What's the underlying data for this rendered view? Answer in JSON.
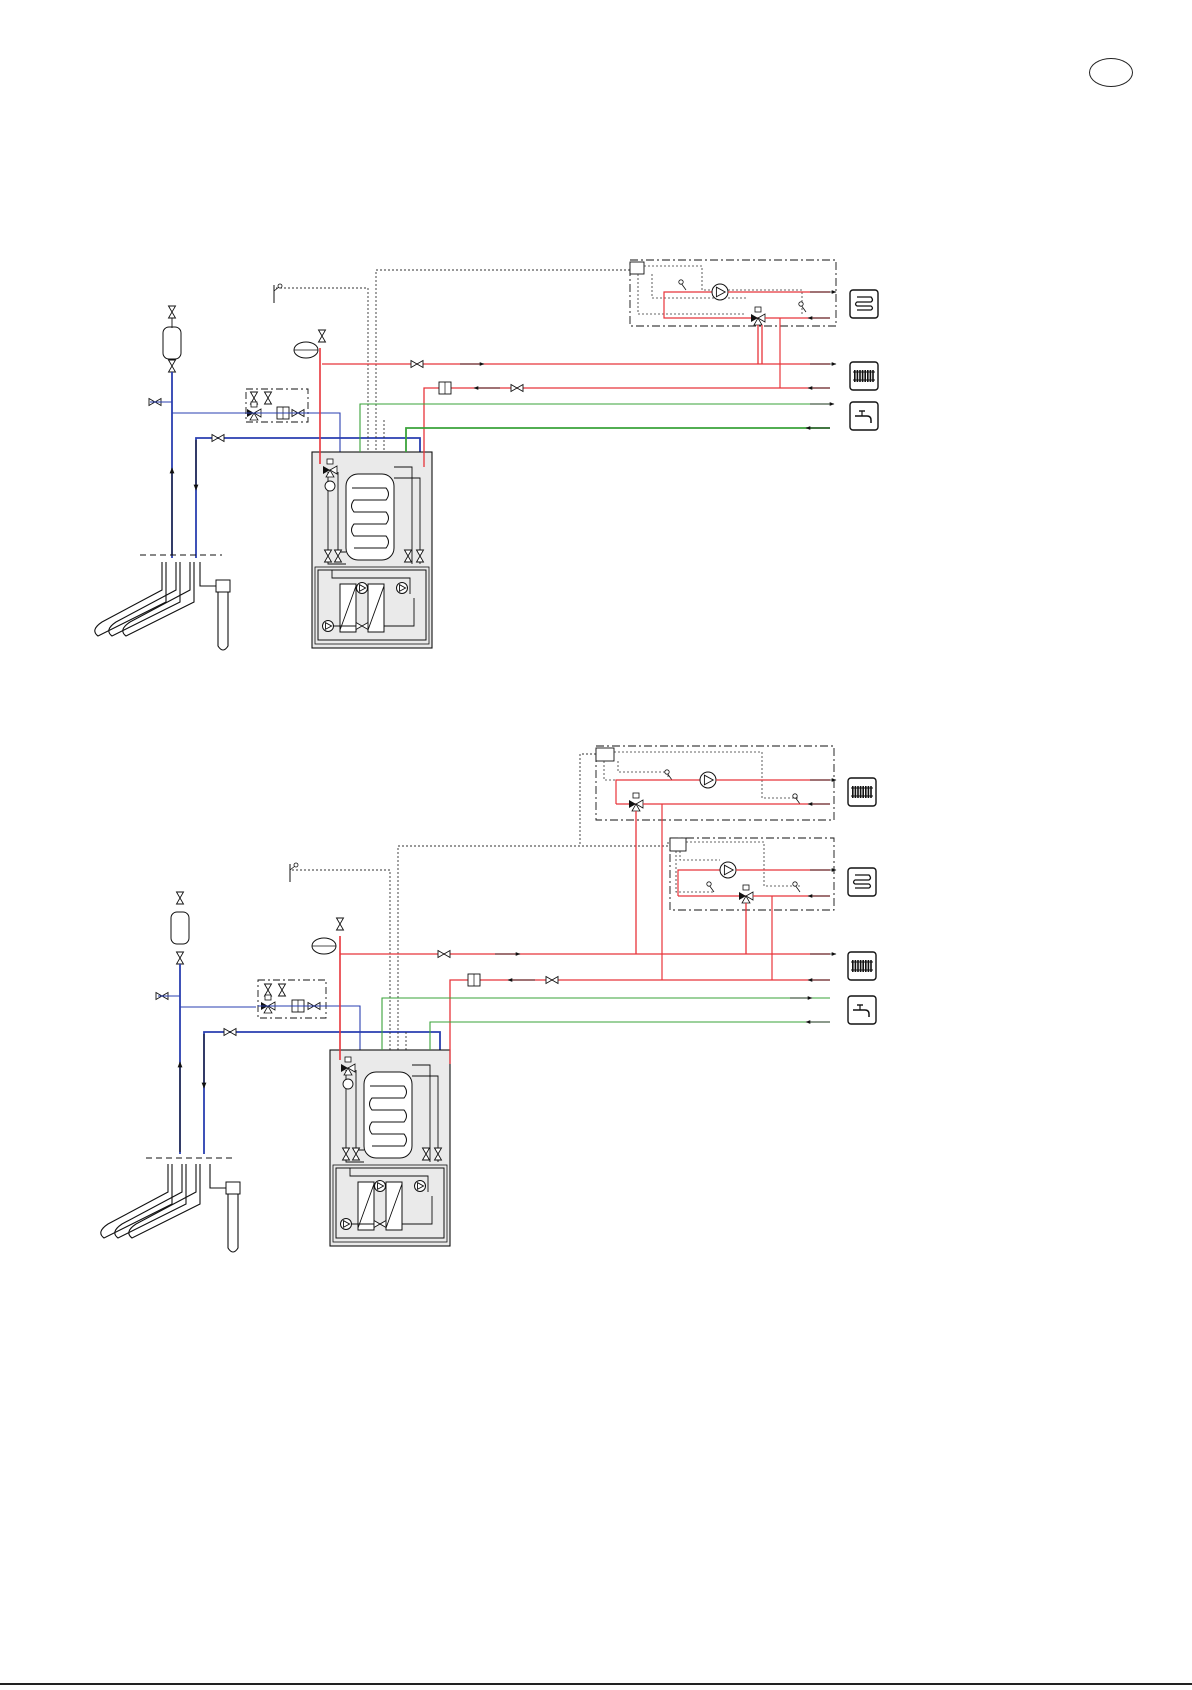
{
  "page": {
    "language_badge": ""
  },
  "colors": {
    "brine": "#2a3fb0",
    "heating": "#e8343a",
    "hot_water": "#3aa33a",
    "control": "#333333",
    "unit_fill": "#eaeaea"
  },
  "icons": [
    "floor-heating-icon",
    "radiator-icon",
    "tap-icon",
    "circulation-pump-icon",
    "shutoff-valve-icon",
    "mixing-valve-icon",
    "expansion-vessel-icon",
    "temperature-sensor-icon",
    "filter-icon",
    "ground-loop-icon",
    "borehole-icon"
  ],
  "diagrams": [
    {
      "name": "single-mixed-circuit",
      "mixed_circuits": [
        "floor-heating"
      ],
      "outlets": [
        "floor-heating",
        "radiator",
        "hot-water-tap"
      ]
    },
    {
      "name": "two-mixed-circuits",
      "mixed_circuits": [
        "radiator",
        "floor-heating"
      ],
      "outlets": [
        "radiator",
        "floor-heating",
        "radiator",
        "hot-water-tap"
      ]
    }
  ]
}
